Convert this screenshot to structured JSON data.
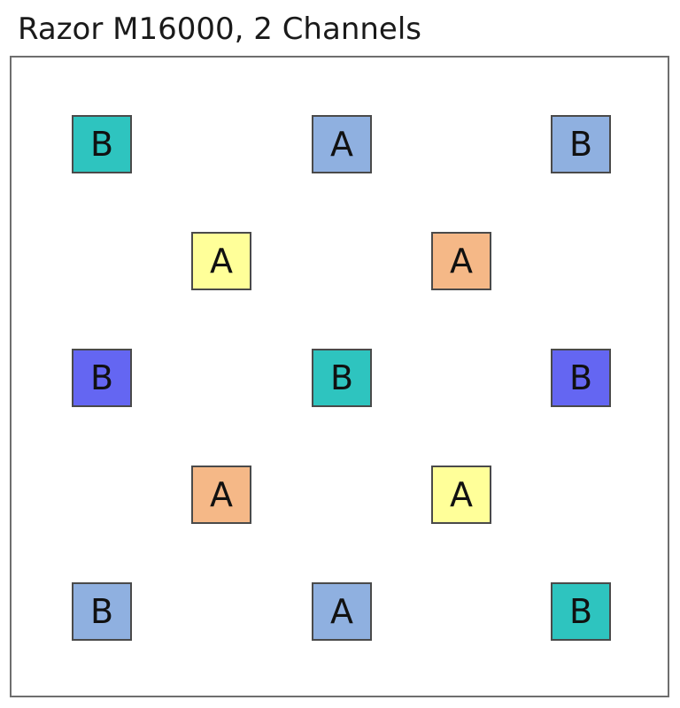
{
  "title": "Razor M16000, 2 Channels",
  "colors": {
    "teal": "#2ec4bf",
    "light_blue": "#8fb0e0",
    "yellow": "#ffff99",
    "orange": "#f5b887",
    "blue": "#6466f2"
  },
  "cells": [
    {
      "label": "B",
      "color": "teal"
    },
    {
      "label": "A",
      "color": "light_blue"
    },
    {
      "label": "B",
      "color": "light_blue"
    },
    {
      "label": "A",
      "color": "yellow"
    },
    {
      "label": "A",
      "color": "orange"
    },
    {
      "label": "B",
      "color": "blue"
    },
    {
      "label": "B",
      "color": "teal"
    },
    {
      "label": "B",
      "color": "blue"
    },
    {
      "label": "A",
      "color": "orange"
    },
    {
      "label": "A",
      "color": "yellow"
    },
    {
      "label": "B",
      "color": "light_blue"
    },
    {
      "label": "A",
      "color": "light_blue"
    },
    {
      "label": "B",
      "color": "teal"
    }
  ]
}
